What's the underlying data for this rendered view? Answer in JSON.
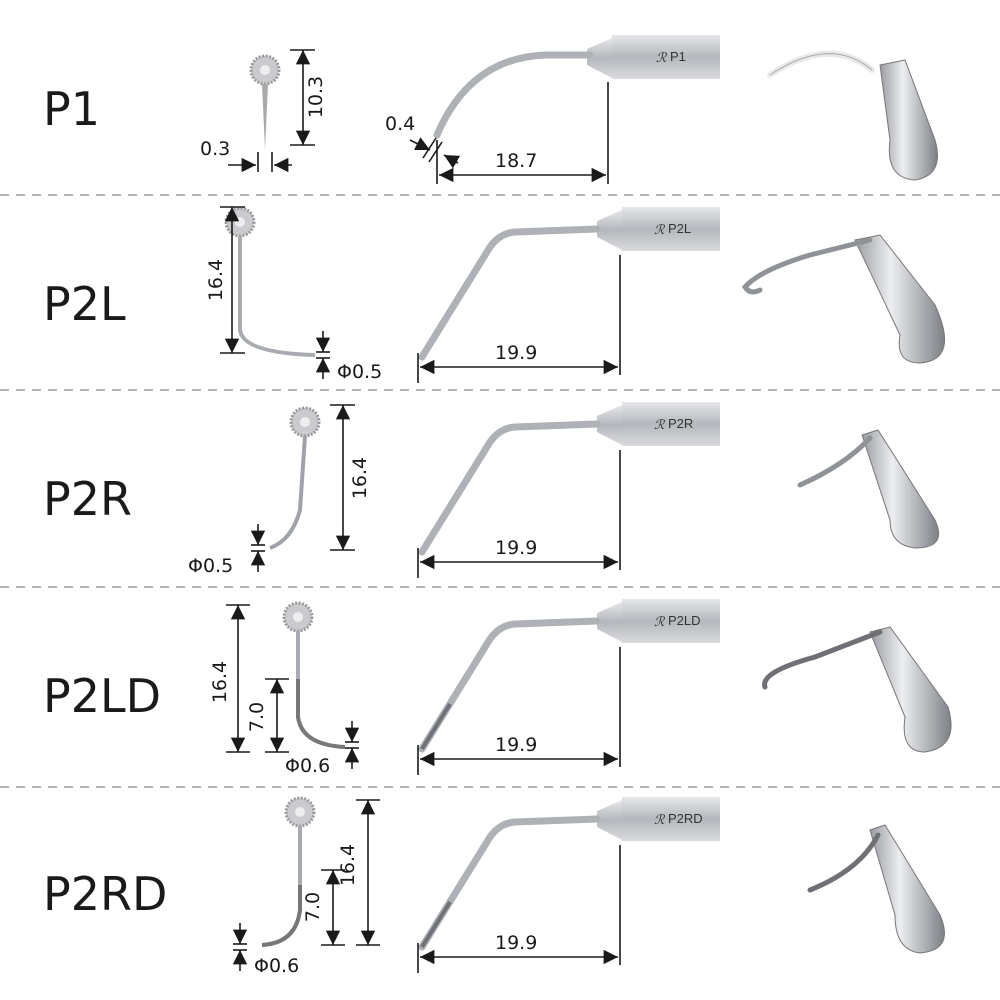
{
  "title": "Scaler tips P series",
  "rows": [
    {
      "model": "P1",
      "side_dims": [
        "10.3",
        "0.3"
      ],
      "tip_dim": "0.4",
      "length": "18.7",
      "marking": "P1"
    },
    {
      "model": "P2L",
      "side_dims": [
        "16.4",
        "Φ0.5"
      ],
      "length": "19.9",
      "marking": "P2L"
    },
    {
      "model": "P2R",
      "side_dims": [
        "16.4",
        "Φ0.5"
      ],
      "length": "19.9",
      "marking": "P2R"
    },
    {
      "model": "P2LD",
      "side_dims": [
        "16.4",
        "7.0",
        "Φ0.6"
      ],
      "length": "19.9",
      "marking": "P2LD"
    },
    {
      "model": "P2RD",
      "side_dims": [
        "16.4",
        "7.0",
        "Φ0.6"
      ],
      "length": "19.9",
      "marking": "P2RD"
    }
  ],
  "colors": {
    "line": "#1a1a1a",
    "metal": "#b9bcc2",
    "separator": "#888888"
  }
}
